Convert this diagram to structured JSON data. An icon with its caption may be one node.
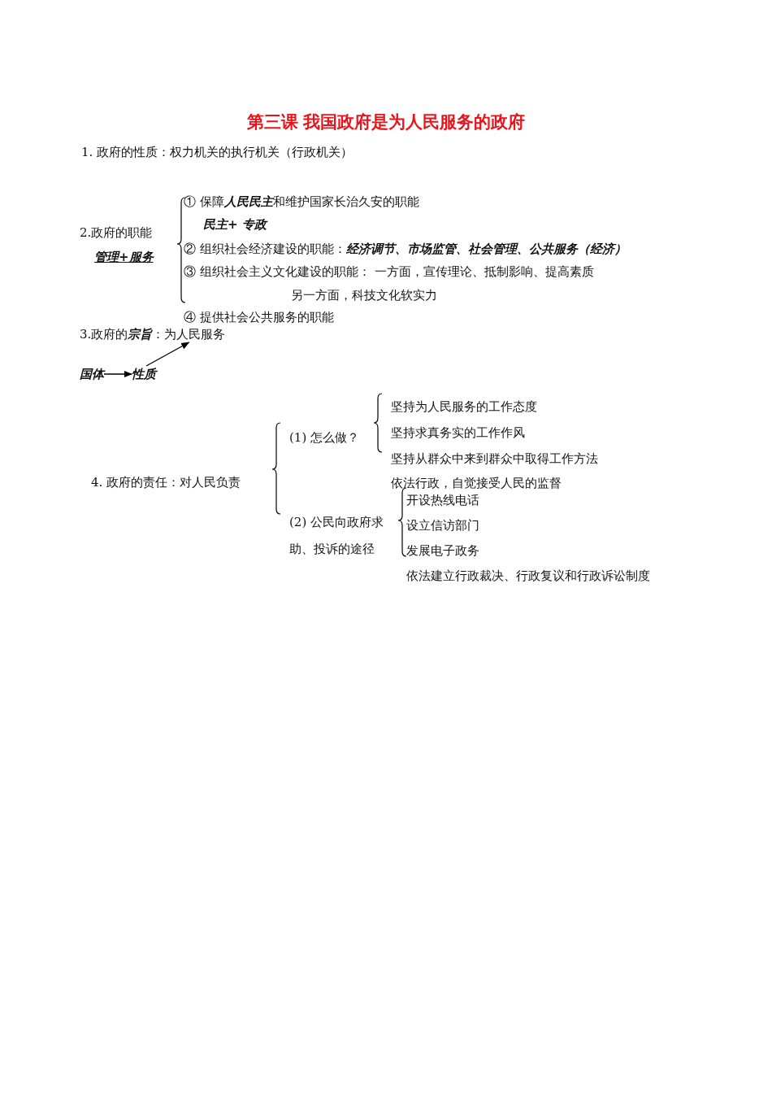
{
  "diagram": {
    "title": "第三课  我国政府是为人民服务的政府",
    "nodes": [
      {
        "text": [
          "国体"
        ]
      },
      {
        "text": [
          "性质"
        ]
      },
      {
        "text": [
          "3.政府的**宗旨**：为人民服务"
        ]
      }
    ],
    "edges": [
      {
        "from": 0,
        "to": 1,
        "arrow": "to"
      },
      {
        "from": 1,
        "to": 2,
        "arrow": "to"
      }
    ],
    "labels": [
      "1. 政府的性质：权力机关的执行机关（行政机关）",
      "① 保障**人民民主**和维护国家长治久安的职能",
      "2.政府的职能",
      "民主+ 专政",
      "管理+服务",
      "② 组织社会经济建设的职能：**经济调节、市场监管、社会管理、公共服务（经济）**",
      "③ 组织社会主义文化建设的职能： 一方面，宣传理论、抵制影响、提高素质",
      "另一方面，科技文化软实力",
      "④ 提供社会公共服务的职能",
      "坚持为人民服务的工作态度",
      "(1) 怎么做？",
      "坚持求真务实的工作作风",
      "4. 政府的责任：对人民负责",
      "坚持从群众中来到群众中取得工作方法",
      "依法行政，自觉接受人民的监督",
      "开设热线电话",
      "(2) 公民向政府求助、投诉的途径",
      "设立信访部门",
      "发展电子政务",
      "依法建立行政裁决、行政复议和行政诉讼制度"
    ]
  }
}
